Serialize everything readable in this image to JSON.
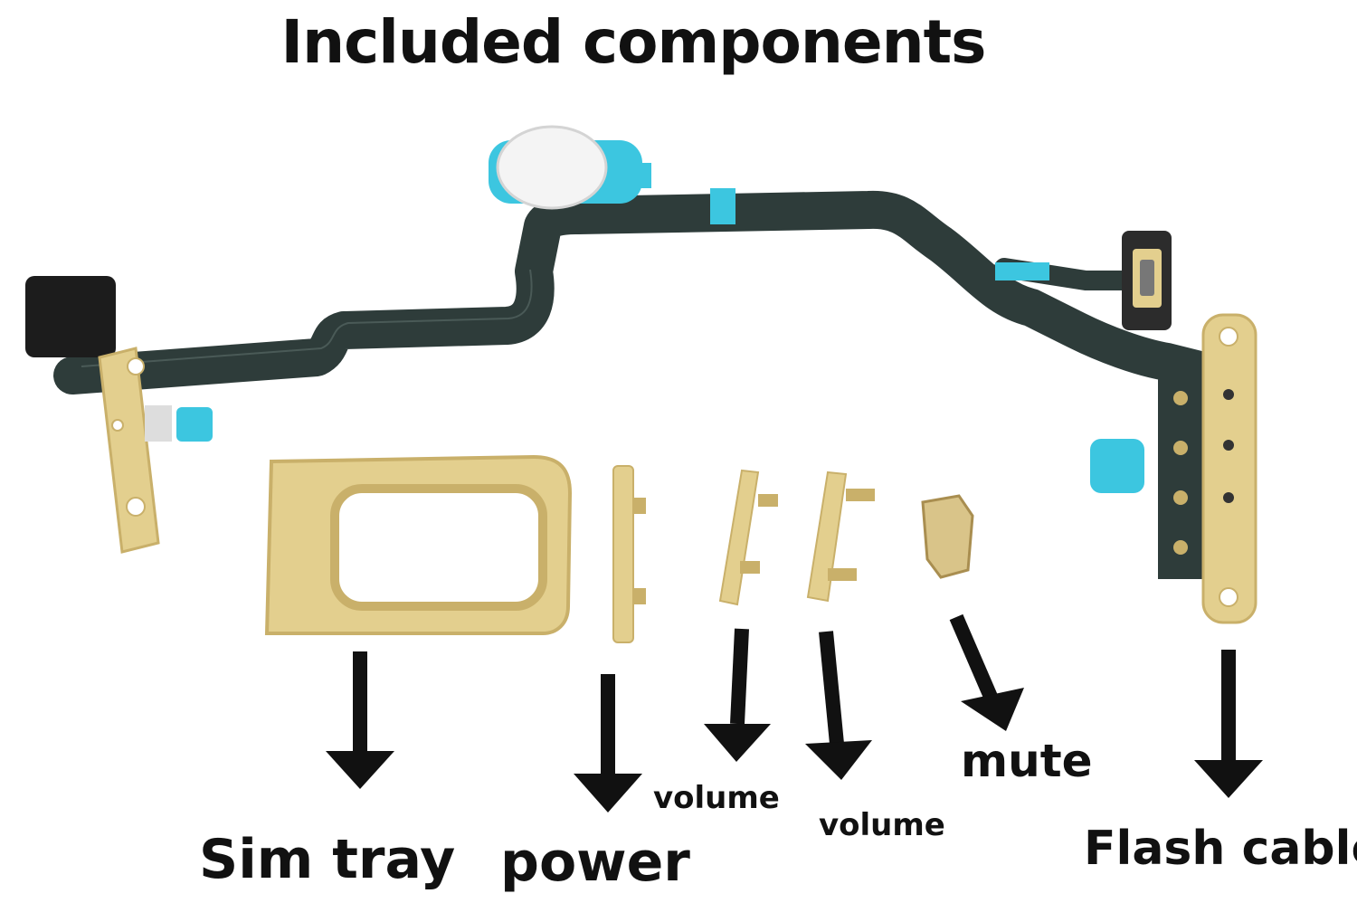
{
  "title": "Included components",
  "labels": {
    "sim_tray": "Sim tray",
    "power": "power",
    "volume_up": "volume",
    "volume_down": "volume",
    "mute": "mute",
    "flash_cable": "Flash cable"
  },
  "colors": {
    "flex_cable": "#2e3c3a",
    "gold_part": "#e3cf8e",
    "gold_dark": "#c9b06a",
    "blue_tape": "#3cc6e0",
    "arrow": "#111111"
  }
}
